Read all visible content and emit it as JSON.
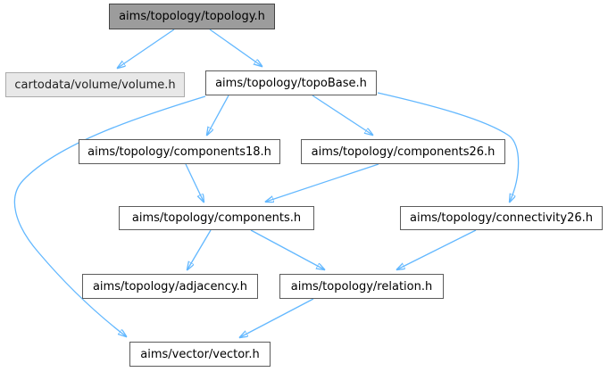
{
  "diagram": {
    "kind": "include-dependency-graph",
    "colors": {
      "edge": "#63b8ff",
      "node_fill": "#ffffff",
      "node_border": "#5c5c5c",
      "main_node_fill": "#9c9c9c",
      "main_node_border": "#454545",
      "external_node_fill": "#e8e8e8",
      "external_node_border": "#ababab",
      "text": "#000000",
      "background": "#ffffff"
    },
    "nodes": {
      "topology": {
        "label": "aims/topology/topology.h",
        "kind": "main"
      },
      "volume": {
        "label": "cartodata/volume/volume.h",
        "kind": "external"
      },
      "topobase": {
        "label": "aims/topology/topoBase.h",
        "kind": "normal"
      },
      "components18": {
        "label": "aims/topology/components18.h",
        "kind": "normal"
      },
      "components26": {
        "label": "aims/topology/components26.h",
        "kind": "normal"
      },
      "components": {
        "label": "aims/topology/components.h",
        "kind": "normal"
      },
      "connectivity26": {
        "label": "aims/topology/connectivity26.h",
        "kind": "normal"
      },
      "adjacency": {
        "label": "aims/topology/adjacency.h",
        "kind": "normal"
      },
      "relation": {
        "label": "aims/topology/relation.h",
        "kind": "normal"
      },
      "vector": {
        "label": "aims/vector/vector.h",
        "kind": "normal"
      }
    },
    "edges": [
      {
        "from": "topology",
        "to": "volume"
      },
      {
        "from": "topology",
        "to": "topobase"
      },
      {
        "from": "topobase",
        "to": "components18"
      },
      {
        "from": "topobase",
        "to": "components26"
      },
      {
        "from": "topobase",
        "to": "connectivity26"
      },
      {
        "from": "topobase",
        "to": "vector"
      },
      {
        "from": "components18",
        "to": "components"
      },
      {
        "from": "components26",
        "to": "components"
      },
      {
        "from": "components",
        "to": "adjacency"
      },
      {
        "from": "components",
        "to": "relation"
      },
      {
        "from": "connectivity26",
        "to": "relation"
      },
      {
        "from": "relation",
        "to": "vector"
      }
    ]
  }
}
